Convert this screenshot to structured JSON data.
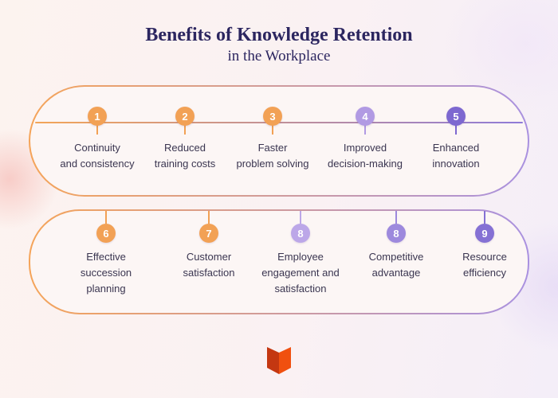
{
  "title": "Benefits of Knowledge Retention",
  "subtitle": "in the Workplace",
  "rows": [
    {
      "items": [
        {
          "number": "1",
          "color": "#F2A155",
          "label_lines": [
            "Continuity",
            "and consistency"
          ]
        },
        {
          "number": "2",
          "color": "#F2A155",
          "label_lines": [
            "Reduced",
            "training costs"
          ]
        },
        {
          "number": "3",
          "color": "#F2A155",
          "label_lines": [
            "Faster",
            "problem solving"
          ]
        },
        {
          "number": "4",
          "color": "#B19AE3",
          "label_lines": [
            "Improved",
            "decision-making"
          ]
        },
        {
          "number": "5",
          "color": "#7D68D0",
          "label_lines": [
            "Enhanced",
            "innovation"
          ]
        }
      ]
    },
    {
      "items": [
        {
          "number": "6",
          "color": "#F2A155",
          "label_lines": [
            "Effective",
            "succession",
            "planning"
          ]
        },
        {
          "number": "7",
          "color": "#F2A155",
          "label_lines": [
            "Customer",
            "satisfaction"
          ]
        },
        {
          "number": "8",
          "color": "#BCA7E8",
          "label_lines": [
            "Employee",
            "engagement and",
            "satisfaction"
          ]
        },
        {
          "number": "8",
          "color": "#9D89DD",
          "label_lines": [
            "Competitive",
            "advantage"
          ]
        },
        {
          "number": "9",
          "color": "#8571D4",
          "label_lines": [
            "Resource",
            "efficiency"
          ]
        }
      ]
    }
  ],
  "colors": {
    "accent_orange": "#F2A155",
    "accent_purple": "#8F7BD8",
    "title_text": "#2C2660",
    "label_text": "#3A3550"
  },
  "logo": {
    "icon_name": "open-book-logo",
    "color_primary": "#F0500F",
    "color_secondary": "#C43711"
  }
}
